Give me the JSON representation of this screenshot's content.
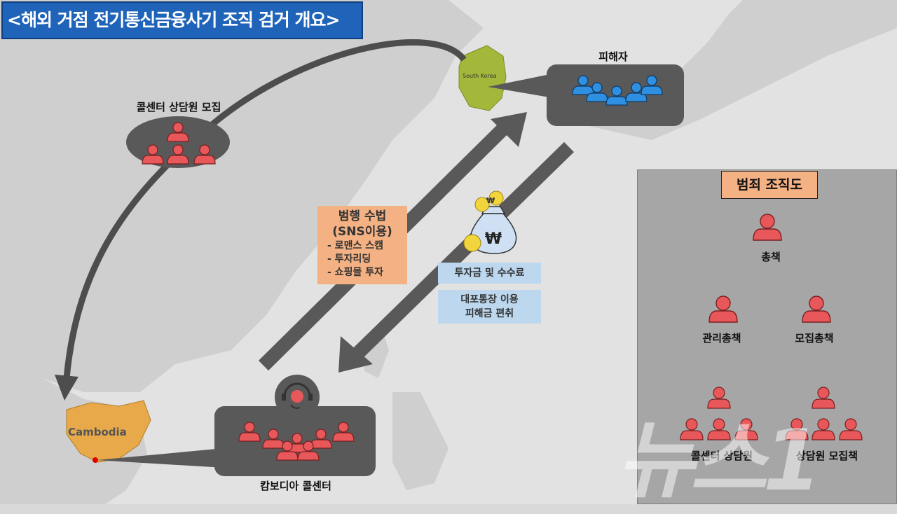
{
  "title": "<해외 거점 전기통신금융사기 조직 검거 개요>",
  "labels": {
    "recruit": "콜센터 상담원 모집",
    "victims": "피해자",
    "callcenter": "캄보디아 콜센터",
    "south_korea": "South Korea",
    "cambodia": "Cambodia"
  },
  "method": {
    "title": "범행 수법",
    "subtitle": "(SNS이용)",
    "items": [
      "- 로맨스 스캠",
      "- 투자리딩",
      "- 쇼핑몰 투자"
    ]
  },
  "info": {
    "fees": "투자금 및 수수료",
    "account_line1": "대포통장 이용",
    "account_line2": "피해금 편취"
  },
  "money_symbol": "₩",
  "org_chart": {
    "title": "범죄 조직도",
    "boss": "총책",
    "manager": "관리총책",
    "recruiter": "모집총책",
    "agents": "콜센터 상담원",
    "recruit_agents": "상담원 모집책"
  },
  "watermark": "뉴스1",
  "colors": {
    "title_bg": "#1f64b9",
    "person_red": "#e8585a",
    "person_blue": "#2f8fe0",
    "korea": "#a3b83a",
    "cambodia": "#e8a94a",
    "arrow": "#595959",
    "info_box": "#bdd7ee",
    "method_box": "#f4b183"
  }
}
